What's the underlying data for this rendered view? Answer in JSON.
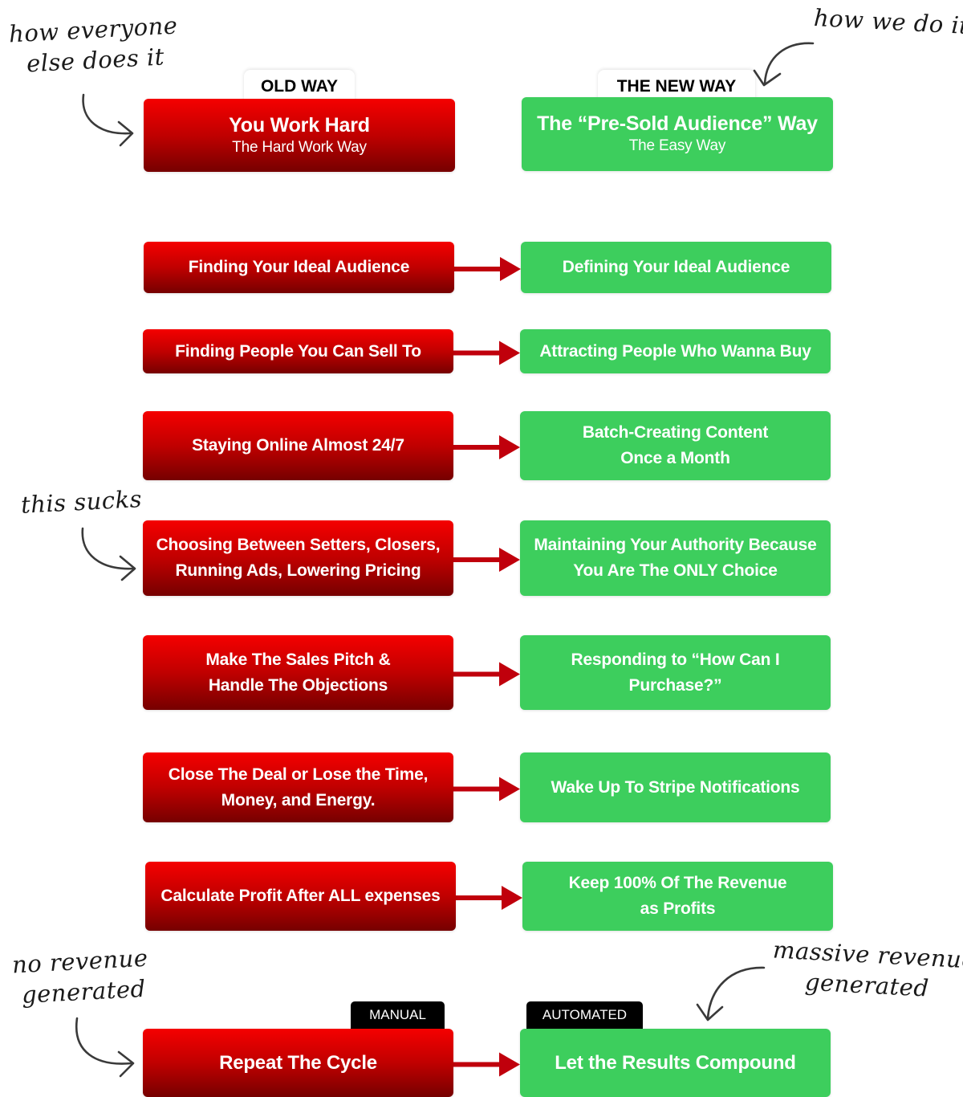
{
  "colors": {
    "old_way_top": "#f50000",
    "old_way_bottom": "#760000",
    "new_way": "#3dce5d",
    "arrow": "#c0000c",
    "annotation": "#3a3a3a",
    "tab_white": "#ffffff",
    "tab_black": "#000000"
  },
  "header": {
    "old": {
      "tab_label": "OLD WAY",
      "title": "You Work Hard",
      "subtitle": "The Hard Work Way"
    },
    "new": {
      "tab_label": "THE NEW WAY",
      "title": "The “Pre-Sold Audience” Way",
      "subtitle": "The Easy Way"
    }
  },
  "rows": [
    {
      "old": [
        "Finding Your Ideal Audience"
      ],
      "new": [
        "Defining Your Ideal Audience"
      ]
    },
    {
      "old": [
        "Finding People You Can Sell To"
      ],
      "new": [
        "Attracting People Who Wanna Buy"
      ]
    },
    {
      "old": [
        "Staying Online Almost 24/7"
      ],
      "new": [
        "Batch-Creating Content",
        "Once a Month"
      ]
    },
    {
      "old": [
        "Choosing Between Setters, Closers,",
        "Running Ads, Lowering Pricing"
      ],
      "new": [
        "Maintaining Your Authority Because",
        "You Are The ONLY Choice"
      ]
    },
    {
      "old": [
        "Make The Sales Pitch &",
        "Handle The Objections"
      ],
      "new": [
        "Responding to “How Can I",
        "Purchase?”"
      ]
    },
    {
      "old": [
        "Close The Deal or Lose the Time,",
        "Money, and Energy."
      ],
      "new": [
        "Wake Up To Stripe Notifications"
      ]
    },
    {
      "old": [
        "Calculate Profit After ALL expenses"
      ],
      "new": [
        "Keep 100% Of The Revenue",
        "as Profits"
      ]
    }
  ],
  "final": {
    "old": {
      "tab_label": "MANUAL",
      "label": "Repeat The Cycle"
    },
    "new": {
      "tab_label": "AUTOMATED",
      "label": "Let the Results Compound"
    }
  },
  "annotations": {
    "top_left": [
      "how everyone",
      "else does it"
    ],
    "top_right": [
      "how we do it"
    ],
    "middle_left": [
      "this sucks"
    ],
    "bottom_left": [
      "no revenue",
      "generated"
    ],
    "bottom_right": [
      "massive revenue",
      "generated"
    ]
  }
}
